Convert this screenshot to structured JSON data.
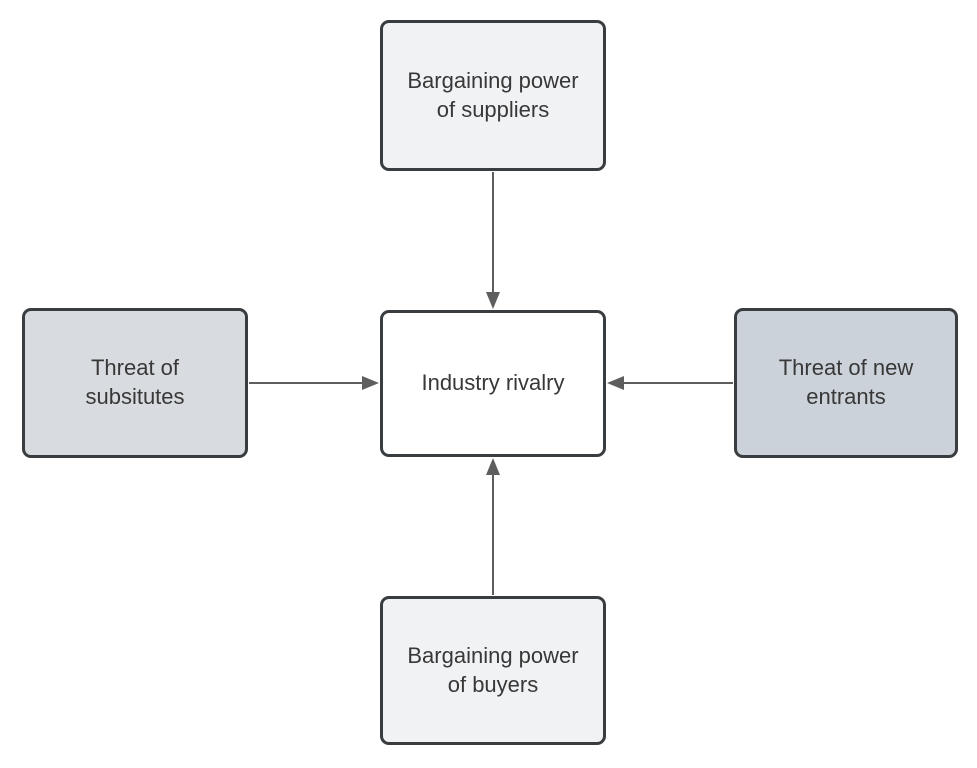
{
  "diagram": {
    "type": "flowchart",
    "nodes": [
      {
        "id": "suppliers",
        "label": "Bargaining power\nof suppliers",
        "fill": "#f1f2f4"
      },
      {
        "id": "substitutes",
        "label": "Threat of\nsubsitutes",
        "fill": "#d8dbdf"
      },
      {
        "id": "rivalry",
        "label": "Industry rivalry",
        "fill": "#ffffff"
      },
      {
        "id": "new_entrants",
        "label": "Threat of new\nentrants",
        "fill": "#ccd2d9"
      },
      {
        "id": "buyers",
        "label": "Bargaining power\nof buyers",
        "fill": "#f1f2f4"
      }
    ],
    "edges": [
      {
        "from": "suppliers",
        "to": "rivalry",
        "direction": "down"
      },
      {
        "from": "substitutes",
        "to": "rivalry",
        "direction": "right"
      },
      {
        "from": "new_entrants",
        "to": "rivalry",
        "direction": "left"
      },
      {
        "from": "buyers",
        "to": "rivalry",
        "direction": "up"
      }
    ],
    "colors": {
      "node_border": "#3a3d40",
      "arrow": "#5e5e5e",
      "text": "#383838",
      "background": "#ffffff"
    }
  }
}
